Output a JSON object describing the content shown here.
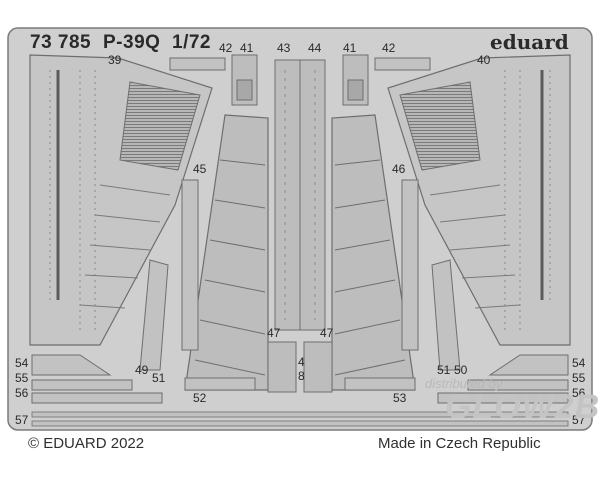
{
  "header": {
    "product_code": "73 785",
    "model": "P-39Q",
    "scale": "1/72",
    "brand": "eduard"
  },
  "part_numbers": {
    "p39": "39",
    "p40": "40",
    "p41a": "41",
    "p41b": "41",
    "p42a": "42",
    "p42b": "42",
    "p43": "43",
    "p44": "44",
    "p45": "45",
    "p46": "46",
    "p47a": "47",
    "p47b": "47",
    "p48": "4",
    "p48b": "8",
    "p49": "49",
    "p50": "50",
    "p51a": "51",
    "p51b": "51",
    "p52": "52",
    "p53": "53",
    "p54a": "54",
    "p54b": "54",
    "p55a": "55",
    "p55b": "55",
    "p56a": "56",
    "p56b": "56",
    "p57a": "57",
    "p57b": "57"
  },
  "footer": {
    "copyright": "© EDUARD 2022",
    "origin": "Made in Czech Republic"
  },
  "watermark": {
    "line1": "distributed by",
    "line2": "GLOW2B"
  },
  "colors": {
    "fret": "#cfcfcf",
    "part": "#bdbdbd",
    "edge": "#6e6e6e",
    "text": "#2a2a2a"
  }
}
